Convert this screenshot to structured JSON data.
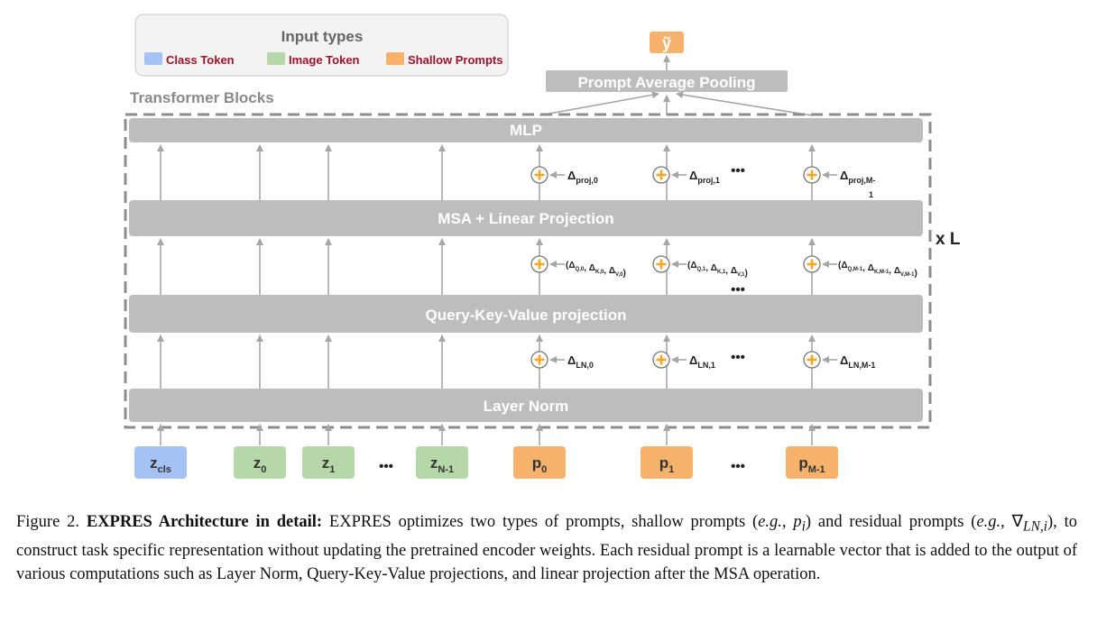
{
  "legend": {
    "title": "Input types",
    "items": [
      {
        "label": "Class Token",
        "color": "#a4c2f4"
      },
      {
        "label": "Image Token",
        "color": "#b6d7a8"
      },
      {
        "label": "Shallow Prompts",
        "color": "#f6b26b"
      }
    ]
  },
  "diagram": {
    "transformer_label": "Transformer Blocks",
    "repeat_label": "x L",
    "output_label": "ỹ",
    "pooling_label": "Prompt Average Pooling",
    "layers": {
      "mlp": "MLP",
      "msa": "MSA + Linear Projection",
      "qkv": "Query-Key-Value projection",
      "ln": "Layer Norm"
    },
    "ellipsis": "•••",
    "tokens": [
      {
        "base": "z",
        "sub": "cls",
        "kind": "class"
      },
      {
        "base": "z",
        "sub": "0",
        "kind": "image"
      },
      {
        "base": "z",
        "sub": "1",
        "kind": "image"
      },
      {
        "base": "z",
        "sub": "N-1",
        "kind": "image"
      },
      {
        "base": "p",
        "sub": "0",
        "kind": "prompt"
      },
      {
        "base": "p",
        "sub": "1",
        "kind": "prompt"
      },
      {
        "base": "p",
        "sub": "M-1",
        "kind": "prompt"
      }
    ],
    "residuals": {
      "proj": [
        {
          "sub": "proj,0"
        },
        {
          "sub": "proj,1"
        },
        {
          "sub": "proj,M-",
          "sub2": "1"
        }
      ],
      "qkv": [
        {
          "text": "(Δ",
          "parts": [
            "Q,0",
            "K,0",
            "V,0"
          ]
        },
        {
          "text": "(Δ",
          "parts": [
            "Q,1",
            "K,1",
            "V,1"
          ]
        },
        {
          "text": "(Δ",
          "parts": [
            "Q,M-1",
            "K,M-1",
            "V,M-1"
          ]
        }
      ],
      "ln": [
        {
          "sub": "LN,0"
        },
        {
          "sub": "LN,1"
        },
        {
          "sub": "LN,M-1"
        }
      ]
    },
    "colors": {
      "block": "#bdbdbd",
      "block_text": "#ffffff",
      "arrow": "#a6a6a6",
      "plus": "#f6a623",
      "dash": "#8c8c8c",
      "label_gray": "#8a8a8a"
    }
  },
  "caption": {
    "prefix": "Figure 2. ",
    "title": "EXPRES Architecture in detail:",
    "t1": " EXPRES optimizes two types of prompts, shallow prompts (",
    "eg1": "e.g.",
    "t2": ", ",
    "pi": "p",
    "pi_sub": "i",
    "t3": ") and residual prompts (",
    "eg2": "e.g.",
    "t4": ", ∇",
    "ln_sub": "LN,i",
    "t5": "), to construct task specific representation without updating the pretrained encoder weights. Each residual prompt is a learnable vector that is added to the output of various computations such as Layer Norm, Query-Key-Value projections, and linear projection after the MSA operation."
  }
}
